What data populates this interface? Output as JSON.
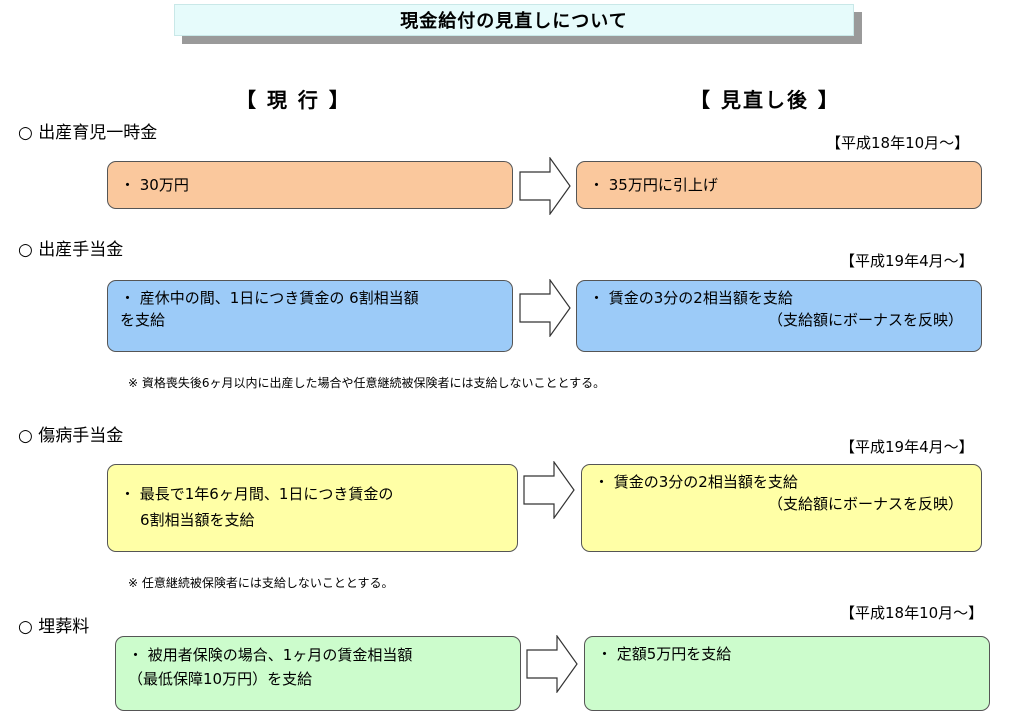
{
  "title": "現金給付の見直しについて",
  "columns": {
    "current": "【 現  行 】",
    "revised": "【  見直し後  】"
  },
  "sections": [
    {
      "name": "○  出産育児一時金",
      "effective": "【平成18年10月～】",
      "current": [
        "・  30万円"
      ],
      "revised": [
        "・  35万円に引上げ"
      ]
    },
    {
      "name": "○  出産手当金",
      "effective": "【平成19年4月～】",
      "current": [
        "・  産休中の間、1日につき賃金の 6割相当額",
        "を支給"
      ],
      "revised": [
        "・  賃金の3分の2相当額を支給",
        "（支給額にボーナスを反映）"
      ],
      "note": "※  資格喪失後6ヶ月以内に出産した場合や任意継続被保険者には支給しないこととする。"
    },
    {
      "name": "○  傷病手当金",
      "effective": "【平成19年4月～】",
      "current": [
        "・    最長で1年6ヶ月間、1日につき賃金の",
        "6割相当額を支給"
      ],
      "revised": [
        "・  賃金の3分の2相当額を支給",
        "（支給額にボーナスを反映）"
      ],
      "note": "※  任意継続被保険者には支給しないこととする。"
    },
    {
      "name": "○  埋葬料",
      "effective": "【平成18年10月～】",
      "current": [
        "・    被用者保険の場合、1ヶ月の賃金相当額",
        "（最低保障10万円）を支給"
      ],
      "revised": [
        "・  定額5万円を支給"
      ]
    }
  ]
}
